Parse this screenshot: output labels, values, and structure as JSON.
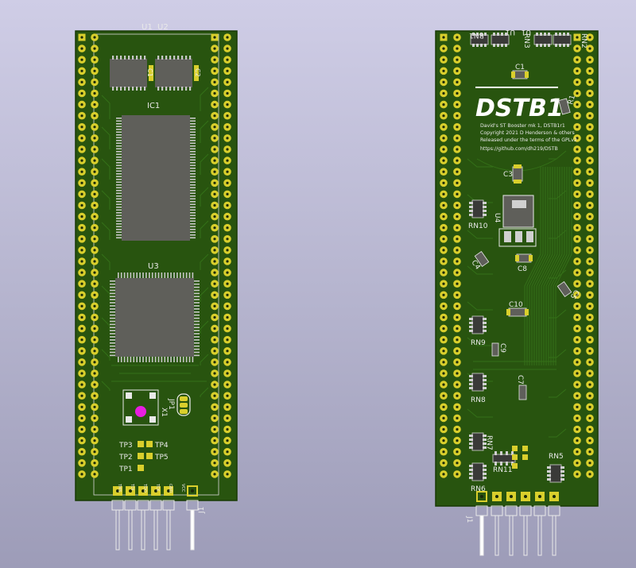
{
  "front": {
    "ic_labels": [
      "U1",
      "U2",
      "IC1",
      "U3",
      "C1",
      "C2",
      "X1",
      "JP1"
    ],
    "test_points": [
      "TP3",
      "TP4",
      "TP2",
      "TP5",
      "TP1"
    ],
    "pin_labels": [
      "TMS",
      "TDI",
      "TDO",
      "TCK",
      "GND",
      "VCC"
    ],
    "connector": "J1"
  },
  "back": {
    "title": "DSTB1",
    "description_lines": [
      "David's ST Booster mk 1, DSTB1r1",
      "Copyright 2021 D Henderson & others",
      "Released under the terms of the GPLv2"
    ],
    "url": "https://github.com/dh219/DSTB",
    "top_labels": [
      "RN1",
      "U1",
      "U1",
      "RN3",
      "RN2"
    ],
    "component_labels": [
      "C1",
      "R1",
      "C3",
      "RN10",
      "U4",
      "C4",
      "C8",
      "C5",
      "C10",
      "RN9",
      "C9",
      "C7",
      "RN8",
      "RN7",
      "RN11",
      "RN5",
      "RN6"
    ],
    "connector": "J1"
  },
  "colors": {
    "pcb": "#28540f",
    "pcb_dark": "#1f4309",
    "pad": "#d9cf2c",
    "chip": "#5f5f5a",
    "silk": "#e9e9e9",
    "highlight": "#e81ee0"
  }
}
